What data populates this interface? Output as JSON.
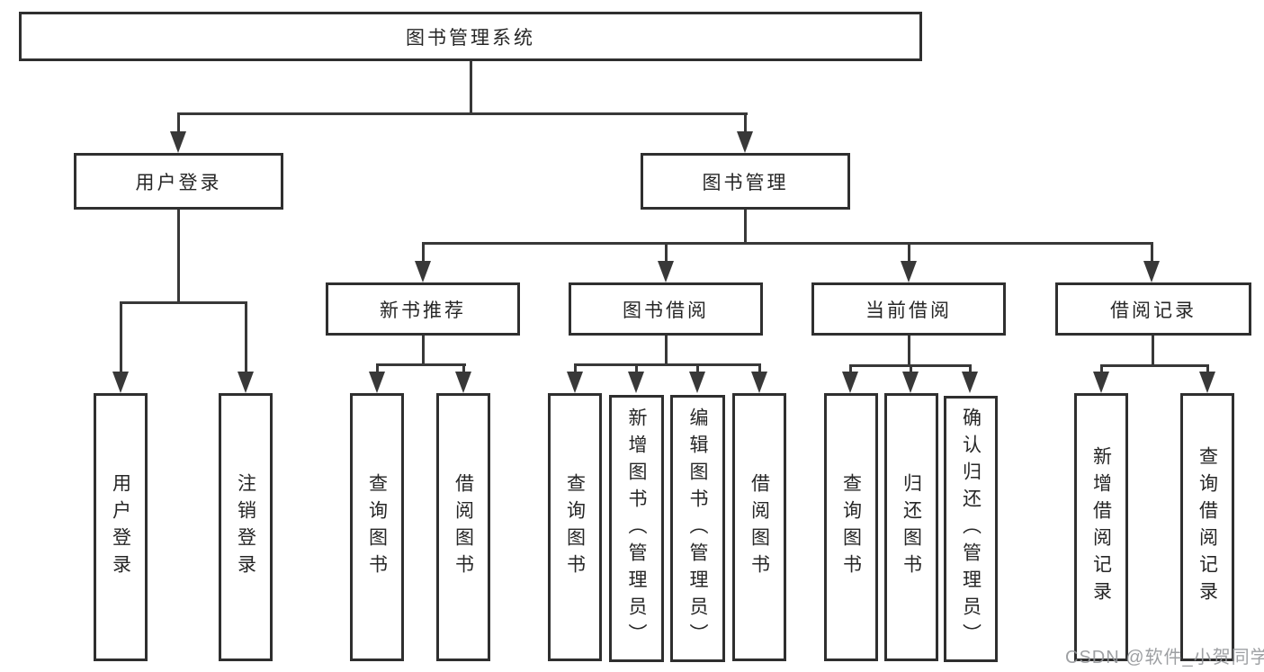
{
  "diagram": {
    "type": "hierarchy-tree",
    "line_color": "#383838",
    "box_border_color": "#2f2f2f",
    "background_color": "#ffffff",
    "watermark": "CSDN @软件_小贺同学",
    "nodes": {
      "root": "图书管理系统",
      "user_login": "用户登录",
      "book_mgmt": "图书管理",
      "new_book_rec": "新书推荐",
      "book_borrow": "图书借阅",
      "current_borrow": "当前借阅",
      "borrow_record": "借阅记录",
      "leaf_user_login": "用户登录",
      "leaf_logout": "注销登录",
      "nbr_query_book": "查询图书",
      "nbr_borrow_book": "借阅图书",
      "bb_query_book": "查询图书",
      "bb_add_book": "新增图书（管理员）",
      "bb_edit_book": "编辑图书（管理员）",
      "bb_borrow_book": "借阅图书",
      "cb_query_book": "查询图书",
      "cb_return_book": "归还图书",
      "cb_confirm_return": "确认归还（管理员）",
      "br_add_record": "新增借阅记录",
      "br_query_record": "查询借阅记录"
    },
    "edges": [
      "图书管理系统→用户登录",
      "图书管理系统→图书管理",
      "用户登录→用户登录(叶)",
      "用户登录→注销登录",
      "图书管理→新书推荐",
      "图书管理→图书借阅",
      "图书管理→当前借阅",
      "图书管理→借阅记录",
      "新书推荐→查询图书",
      "新书推荐→借阅图书",
      "图书借阅→查询图书",
      "图书借阅→新增图书（管理员）",
      "图书借阅→编辑图书（管理员）",
      "图书借阅→借阅图书",
      "当前借阅→查询图书",
      "当前借阅→归还图书",
      "当前借阅→确认归还（管理员）",
      "借阅记录→新增借阅记录",
      "借阅记录→查询借阅记录"
    ]
  }
}
